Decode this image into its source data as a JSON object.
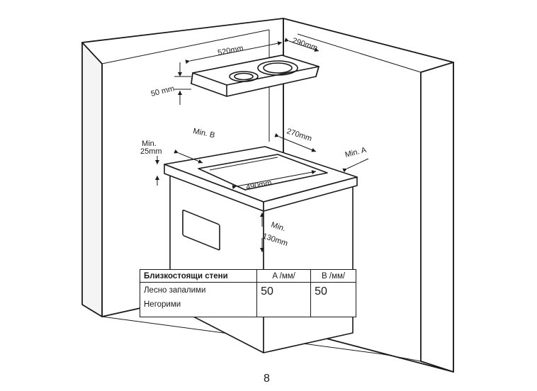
{
  "dimensions": {
    "hob_width": "520mm",
    "hob_depth": "290mm",
    "hob_clearance_above": "50 mm",
    "min_b_label": "Min. B",
    "min_25_line1": "Min.",
    "min_25_line2": "25mm",
    "cutout_depth": "270mm",
    "min_a_label": "Min. A",
    "cutout_width": "490mm",
    "min_130_line1": "Min.",
    "min_130_line2": "130mm"
  },
  "table": {
    "header_name": "Близкостоящи стени",
    "header_a": "A /мм/",
    "header_b": "B /мм/",
    "row_flammable": "Лесно запалими",
    "row_nonflammable": "Негорими",
    "value_a": "50",
    "value_b": "50"
  },
  "page_number": "8"
}
